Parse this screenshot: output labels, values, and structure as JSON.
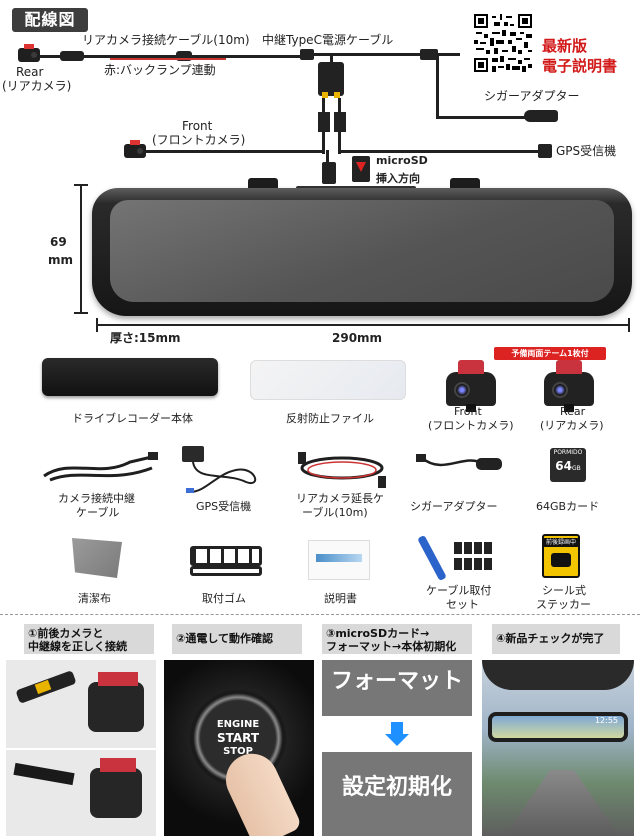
{
  "header": {
    "title": "配線図",
    "manual_line1": "最新版",
    "manual_line2": "電子説明書"
  },
  "diagram": {
    "rear_cam": "Rear",
    "rear_cam_jp": "(リアカメラ)",
    "rear_cable": "リアカメラ接続ケーブル(10m)",
    "red_wire": "赤:バックランプ連動",
    "relay_cable": "中継TypeC電源ケーブル",
    "cigar": "シガーアダプター",
    "front_cam": "Front",
    "front_cam_jp": "(フロントカメラ)",
    "gps": "GPS受信機",
    "microsd_line1": "microSD",
    "microsd_line2": "挿入方向",
    "height_value": "69",
    "height_unit": "mm",
    "thickness": "厚さ:15mm",
    "width": "290mm"
  },
  "contents": {
    "spare_tape_badge": "予備両面テーム1枚付",
    "row1": [
      {
        "label": "ドライブレコーダー本体"
      },
      {
        "label": "反射防止ファイル"
      },
      {
        "label_line1": "Front",
        "label_line2": "(フロントカメラ)"
      },
      {
        "label_line1": "Rear",
        "label_line2": "(リアカメラ)"
      }
    ],
    "row2": [
      {
        "label_line1": "カメラ接続中継",
        "label_line2": "ケーブル"
      },
      {
        "label": "GPS受信機"
      },
      {
        "label_line1": "リアカメラ延長ケ",
        "label_line2": "ーブル(10m)"
      },
      {
        "label": "シガーアダプター"
      },
      {
        "label": "64GBカード"
      }
    ],
    "sd_brand": "PORMIDO",
    "sd_size": "64",
    "sd_unit": "GB",
    "row3": [
      {
        "label": "清潔布"
      },
      {
        "label": "取付ゴム"
      },
      {
        "label": "説明書"
      },
      {
        "label_line1": "ケーブル取付",
        "label_line2": "セット"
      },
      {
        "label_line1": "シール式",
        "label_line2": "ステッカー"
      }
    ],
    "sticker_text": "前後録画中"
  },
  "steps": [
    {
      "line1": "①前後カメラと",
      "line2": "中継線を正しく接続"
    },
    {
      "line1": "②通電して動作確認",
      "line2": ""
    },
    {
      "line1": "③microSDカード→",
      "line2": "フォーマット→本体初期化"
    },
    {
      "line1": "④新品チェックが完了",
      "line2": ""
    }
  ],
  "step_images": {
    "engine_line1": "ENGINE",
    "engine_line2": "START",
    "engine_line3": "STOP",
    "format_text": "フォーマット",
    "reset_text": "設定初期化",
    "screen_time": "12:55"
  }
}
